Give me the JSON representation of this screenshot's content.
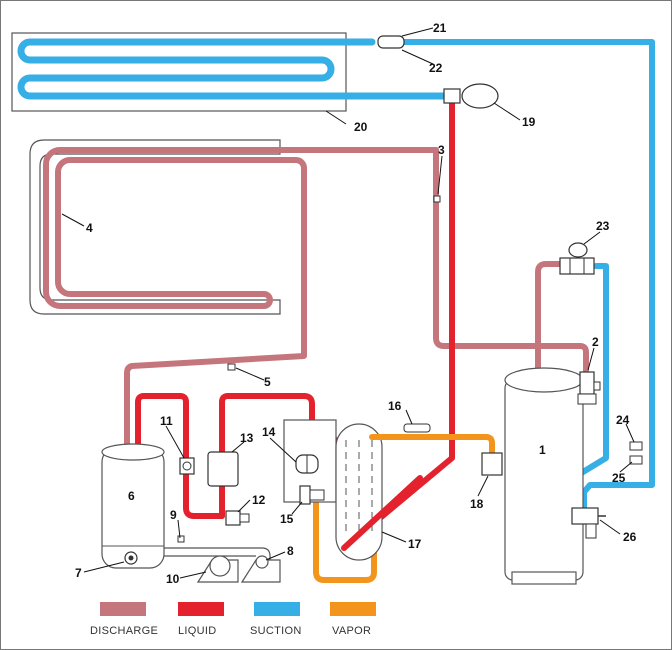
{
  "colors": {
    "discharge": "#c5767d",
    "liquid": "#e4222e",
    "suction": "#36aee6",
    "vapor": "#f3941c",
    "outline": "#555555",
    "component_fill": "#ffffff"
  },
  "callouts": [
    {
      "id": "1",
      "text": "1"
    },
    {
      "id": "2",
      "text": "2"
    },
    {
      "id": "3",
      "text": "3"
    },
    {
      "id": "4",
      "text": "4"
    },
    {
      "id": "5",
      "text": "5"
    },
    {
      "id": "6",
      "text": "6"
    },
    {
      "id": "7",
      "text": "7"
    },
    {
      "id": "8",
      "text": "8"
    },
    {
      "id": "9",
      "text": "9"
    },
    {
      "id": "10",
      "text": "10"
    },
    {
      "id": "11",
      "text": "11"
    },
    {
      "id": "12",
      "text": "12"
    },
    {
      "id": "13",
      "text": "13"
    },
    {
      "id": "14",
      "text": "14"
    },
    {
      "id": "15",
      "text": "15"
    },
    {
      "id": "16",
      "text": "16"
    },
    {
      "id": "17",
      "text": "17"
    },
    {
      "id": "18",
      "text": "18"
    },
    {
      "id": "19",
      "text": "19"
    },
    {
      "id": "20",
      "text": "20"
    },
    {
      "id": "21",
      "text": "21"
    },
    {
      "id": "22",
      "text": "22"
    },
    {
      "id": "23",
      "text": "23"
    },
    {
      "id": "24",
      "text": "24"
    },
    {
      "id": "25",
      "text": "25"
    },
    {
      "id": "26",
      "text": "26"
    }
  ],
  "legend": [
    {
      "key": "discharge",
      "label": "DISCHARGE"
    },
    {
      "key": "liquid",
      "label": "LIQUID"
    },
    {
      "key": "suction",
      "label": "SUCTION"
    },
    {
      "key": "vapor",
      "label": "VAPOR"
    }
  ]
}
